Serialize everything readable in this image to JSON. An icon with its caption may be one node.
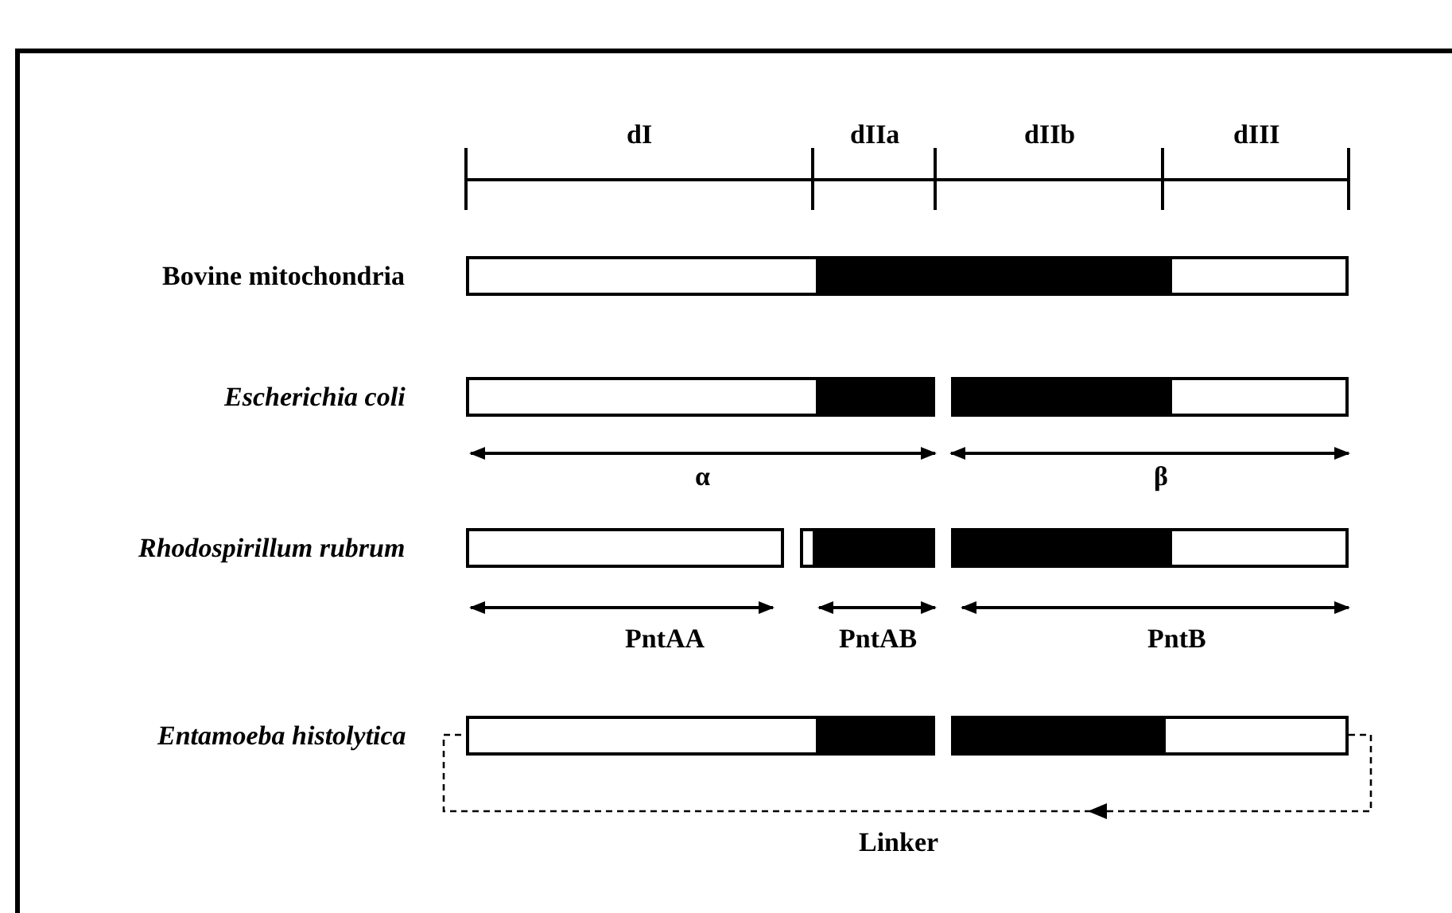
{
  "diagram": {
    "nodes": [
      {
        "text": [],
        "shape": "bar"
      },
      {
        "text": [],
        "shape": "bar"
      },
      {
        "text": [],
        "shape": "bar"
      },
      {
        "text": [],
        "shape": "bar"
      },
      {
        "text": [],
        "shape": "bar"
      },
      {
        "text": [],
        "shape": "bar"
      },
      {
        "text": [],
        "shape": "bar"
      },
      {
        "text": [],
        "shape": "bar"
      }
    ],
    "edges": [
      {
        "from": 7,
        "to": 6,
        "arrow": "to",
        "style": "dashed",
        "label": "Linker"
      }
    ],
    "labels": [
      "dI",
      "dIIa",
      "dIIb",
      "dIII",
      "Bovine mitochondria",
      "Escherichia coli",
      "α",
      "β",
      "Rhodospirillum rubrum",
      "PntAA",
      "PntAB",
      "PntB",
      "Entamoeba histolytica"
    ]
  }
}
